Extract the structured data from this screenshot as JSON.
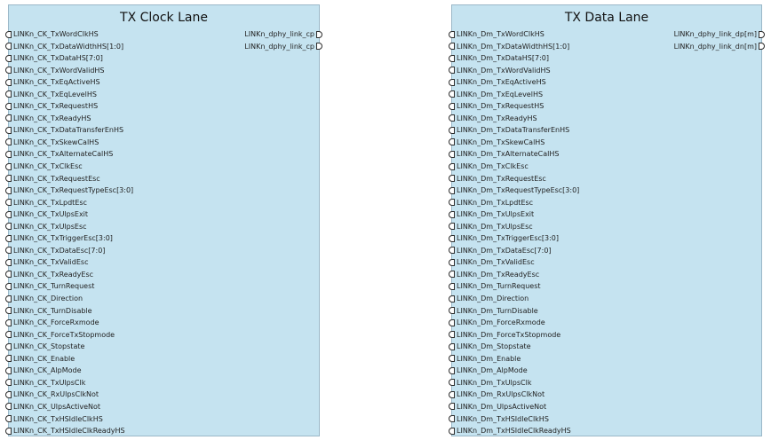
{
  "blocks": [
    {
      "title": "TX Clock Lane",
      "inputs": [
        "LINKn_CK_TxWordClkHS",
        "LINKn_CK_TxDataWidthHS[1:0]",
        "LINKn_CK_TxDataHS[7:0]",
        "LINKn_CK_TxWordValidHS",
        "LINKn_CK_TxEqActiveHS",
        "LINKn_CK_TxEqLevelHS",
        "LINKn_CK_TxRequestHS",
        "LINKn_CK_TxReadyHS",
        "LINKn_CK_TxDataTransferEnHS",
        "LINKn_CK_TxSkewCalHS",
        "LINKn_CK_TxAlternateCalHS",
        "LINKn_CK_TxClkEsc",
        "LINKn_CK_TxRequestEsc",
        "LINKn_CK_TxRequestTypeEsc[3:0]",
        "LINKn_CK_TxLpdtEsc",
        "LINKn_CK_TxUlpsExit",
        "LINKn_CK_TxUlpsEsc",
        "LINKn_CK_TxTriggerEsc[3:0]",
        "LINKn_CK_TxDataEsc[7:0]",
        "LINKn_CK_TxValidEsc",
        "LINKn_CK_TxReadyEsc",
        "LINKn_CK_TurnRequest",
        "LINKn_CK_Direction",
        "LINKn_CK_TurnDisable",
        "LINKn_CK_ForceRxmode",
        "LINKn_CK_ForceTxStopmode",
        "LINKn_CK_Stopstate",
        "LINKn_CK_Enable",
        "LINKn_CK_AlpMode",
        "LINKn_CK_TxUlpsClk",
        "LINKn_CK_RxUlpsClkNot",
        "LINKn_CK_UlpsActiveNot",
        "LINKn_CK_TxHSIdleClkHS",
        "LINKn_CK_TxHSIdleClkReadyHS"
      ],
      "outputs": [
        "LINKn_dphy_link_cp",
        "LINKn_dphy_link_cp"
      ]
    },
    {
      "title": "TX Data Lane",
      "inputs": [
        "LINKn_Dm_TxWordClkHS",
        "LINKn_Dm_TxDataWidthHS[1:0]",
        "LINKn_Dm_TxDataHS[7:0]",
        "LINKn_Dm_TxWordValidHS",
        "LINKn_Dm_TxEqActiveHS",
        "LINKn_Dm_TxEqLevelHS",
        "LINKn_Dm_TxRequestHS",
        "LINKn_Dm_TxReadyHS",
        "LINKn_Dm_TxDataTransferEnHS",
        "LINKn_Dm_TxSkewCalHS",
        "LINKn_Dm_TxAlternateCalHS",
        "LINKn_Dm_TxClkEsc",
        "LINKn_Dm_TxRequestEsc",
        "LINKn_Dm_TxRequestTypeEsc[3:0]",
        "LINKn_Dm_TxLpdtEsc",
        "LINKn_Dm_TxUlpsExit",
        "LINKn_Dm_TxUlpsEsc",
        "LINKn_Dm_TxTriggerEsc[3:0]",
        "LINKn_Dm_TxDataEsc[7:0]",
        "LINKn_Dm_TxValidEsc",
        "LINKn_Dm_TxReadyEsc",
        "LINKn_Dm_TurnRequest",
        "LINKn_Dm_Direction",
        "LINKn_Dm_TurnDisable",
        "LINKn_Dm_ForceRxmode",
        "LINKn_Dm_ForceTxStopmode",
        "LINKn_Dm_Stopstate",
        "LINKn_Dm_Enable",
        "LINKn_Dm_AlpMode",
        "LINKn_Dm_TxUlpsClk",
        "LINKn_Dm_RxUlpsClkNot",
        "LINKn_Dm_UlpsActiveNot",
        "LINKn_Dm_TxHSIdleClkHS",
        "LINKn_Dm_TxHSIdleClkReadyHS"
      ],
      "outputs": [
        "LINKn_dphy_link_dp[m]",
        "LINKn_dphy_link_dn[m]"
      ]
    }
  ]
}
